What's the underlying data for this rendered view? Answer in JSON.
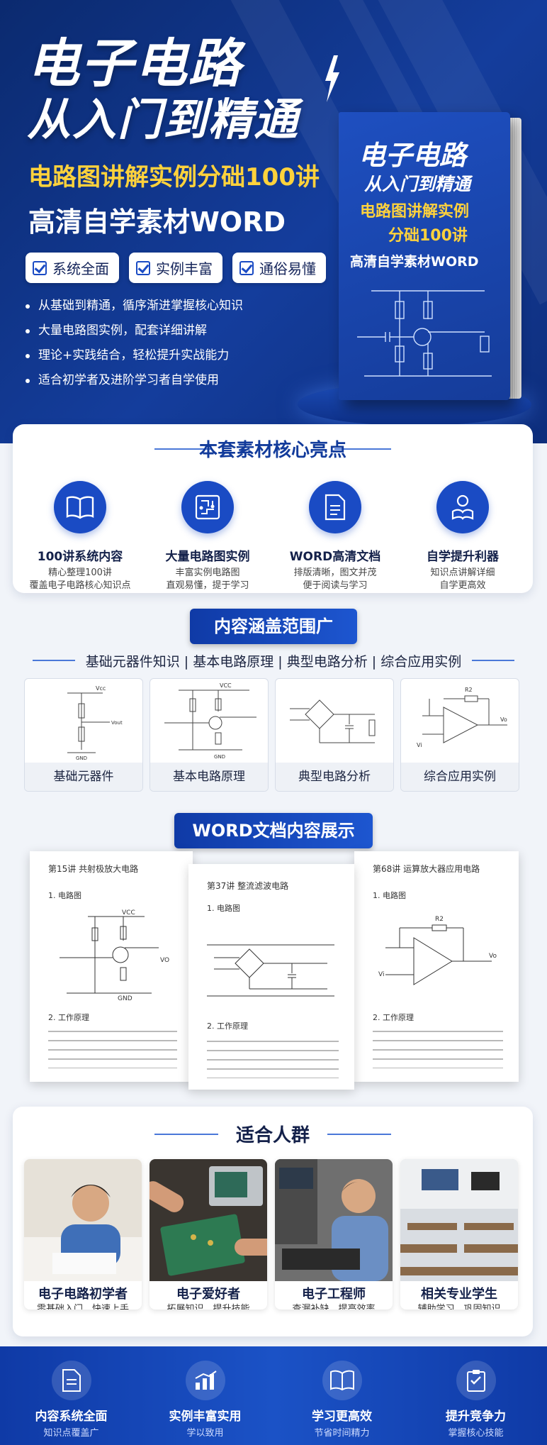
{
  "hero": {
    "title1": "电子电路",
    "title2": "从入门到精通",
    "sub1": "电路图讲解实例分础100讲",
    "sub2": "高清自学素材WORD",
    "chips": [
      "系统全面",
      "实例丰富",
      "通俗易懂"
    ],
    "bullets": [
      "从基础到精通，循序渐进掌握核心知识",
      "大量电路图实例，配套详细讲解",
      "理论+实践结合，轻松提升实战能力",
      "适合初学者及进阶学习者自学使用"
    ]
  },
  "book": {
    "line1": "电子电路",
    "line2": "从入门到精通",
    "line3": "电路图讲解实例",
    "line4": "分础100讲",
    "line5": "高清自学素材WORD"
  },
  "highlights": {
    "title": "本套素材核心亮点",
    "items": [
      {
        "icon": "book-icon",
        "title": "100讲系统内容",
        "desc1": "精心整理100讲",
        "desc2": "覆盖电子电路核心知识点"
      },
      {
        "icon": "circuit-board-icon",
        "title": "大量电路图实例",
        "desc1": "丰富实例电路图",
        "desc2": "直观易懂，提于学习"
      },
      {
        "icon": "document-icon",
        "title": "WORD高清文档",
        "desc1": "排版清晰，图文并茂",
        "desc2": "便于阅读与学习"
      },
      {
        "icon": "reader-icon",
        "title": "自学提升利器",
        "desc1": "知识点讲解详细",
        "desc2": "自学更高效"
      }
    ]
  },
  "coverage": {
    "title": "内容涵盖范围广",
    "subtitle": "基础元器件知识 | 基本电路原理 | 典型电路分析 | 综合应用实例",
    "thumbs": [
      "基础元器件",
      "基本电路原理",
      "典型电路分析",
      "综合应用实例"
    ]
  },
  "docs": {
    "title": "WORD文档内容展示",
    "pages": [
      {
        "heading": "第15讲  共射极放大电路",
        "s1": "1. 电路图",
        "s2": "2. 工作原理"
      },
      {
        "heading": "第37讲  整流滤波电路",
        "s1": "1. 电路图",
        "s2": "2. 工作原理"
      },
      {
        "heading": "第68讲  运算放大器应用电路",
        "s1": "1. 电路图",
        "s2": "2. 工作原理"
      }
    ]
  },
  "audience": {
    "title": "适合人群",
    "items": [
      {
        "title": "电子电路初学者",
        "desc": "零基础入门，快速上手"
      },
      {
        "title": "电子爱好者",
        "desc": "拓展知识，提升技能"
      },
      {
        "title": "电子工程师",
        "desc": "查漏补缺，提高效率"
      },
      {
        "title": "相关专业学生",
        "desc": "辅助学习，巩固知识"
      }
    ]
  },
  "footer": {
    "items": [
      {
        "icon": "document-icon",
        "title": "内容系统全面",
        "desc": "知识点覆盖广"
      },
      {
        "icon": "chart-icon",
        "title": "实例丰富实用",
        "desc": "学以致用"
      },
      {
        "icon": "open-book-icon",
        "title": "学习更高效",
        "desc": "节省时间精力"
      },
      {
        "icon": "clipboard-icon",
        "title": "提升竞争力",
        "desc": "掌握核心技能"
      }
    ]
  },
  "colors": {
    "primary": "#1a4bc4",
    "dark": "#0b2a6f",
    "accent": "#ffd23c"
  }
}
